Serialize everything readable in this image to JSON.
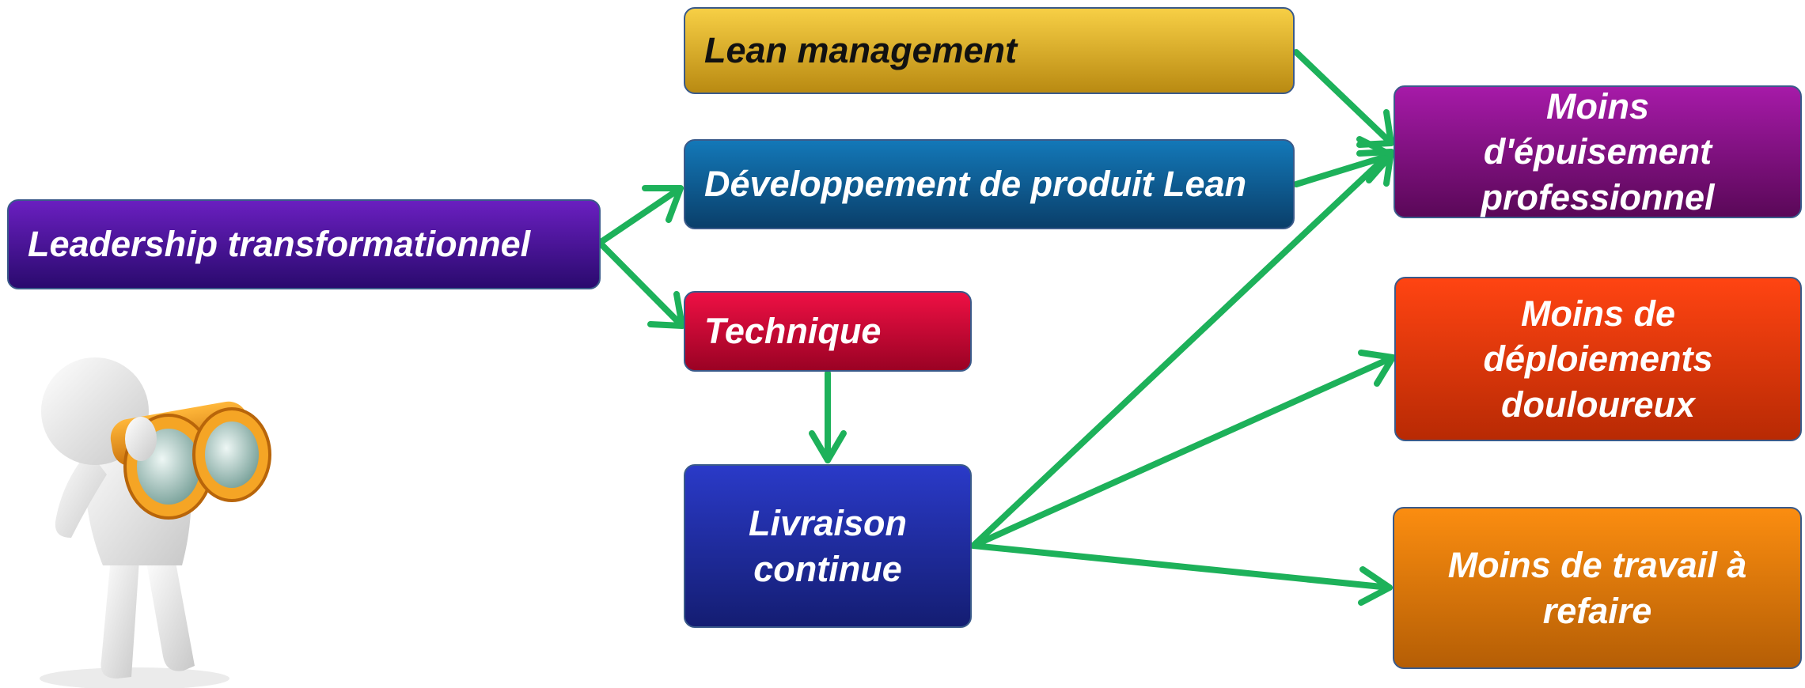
{
  "nodes": {
    "leadership": {
      "label": "Leadership transformationnel",
      "color_top": "#6a1fc0",
      "color_bottom": "#2a0a6e"
    },
    "lean_management": {
      "label": "Lean management",
      "color_top": "#f7cf45",
      "color_bottom": "#b98a12"
    },
    "lean_product": {
      "label": "Développement de produit Lean",
      "color_top": "#1378b8",
      "color_bottom": "#0a3f6a"
    },
    "technique": {
      "label": "Technique",
      "color_top": "#ee1044",
      "color_bottom": "#9a0224"
    },
    "continuous_delivery": {
      "label": "Livraison continue",
      "color_top": "#2a3ac8",
      "color_bottom": "#141d72"
    },
    "less_burnout": {
      "label": "Moins d'épuisement professionnel",
      "color_top": "#a61aa8",
      "color_bottom": "#5a0858"
    },
    "less_painful_deploys": {
      "label": "Moins de déploiements douloureux",
      "color_top": "#ff4412",
      "color_bottom": "#b82a04"
    },
    "less_rework": {
      "label": "Moins de travail à refaire",
      "color_top": "#fb8d10",
      "color_bottom": "#b55e05"
    }
  },
  "edges": [
    {
      "from": "leadership",
      "to": "lean_product"
    },
    {
      "from": "leadership",
      "to": "technique"
    },
    {
      "from": "technique",
      "to": "continuous_delivery"
    },
    {
      "from": "lean_management",
      "to": "less_burnout"
    },
    {
      "from": "lean_product",
      "to": "less_burnout"
    },
    {
      "from": "continuous_delivery",
      "to": "less_burnout"
    },
    {
      "from": "continuous_delivery",
      "to": "less_painful_deploys"
    },
    {
      "from": "continuous_delivery",
      "to": "less_rework"
    }
  ],
  "arrow_color": "#1db15a",
  "illustration": {
    "icon": "figure-with-binoculars-icon"
  }
}
